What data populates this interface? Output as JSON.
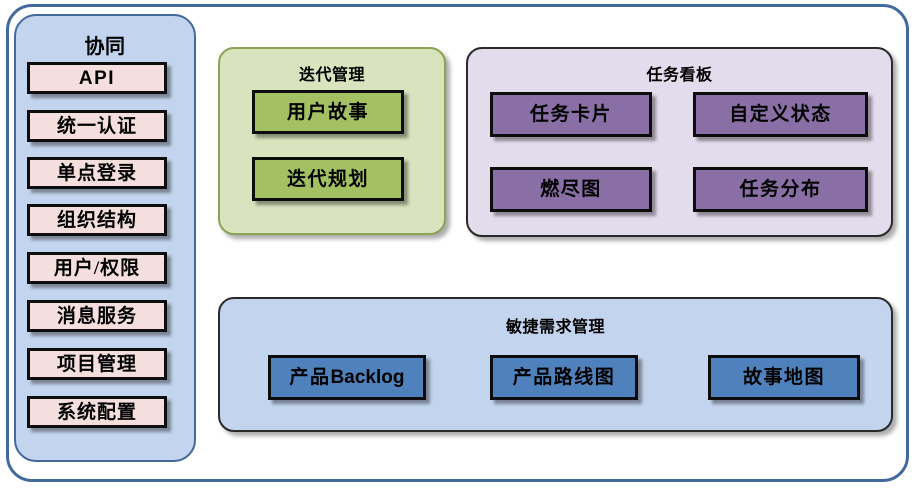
{
  "diagram": {
    "title_hidden": "",
    "colors": {
      "outer_border": "#41699e",
      "sidebar_fill": "#c3d5ee",
      "sidebar_item_fill": "#f4dede",
      "iteration_fill": "#d9e3bd",
      "iteration_border": "#8aa355",
      "iteration_node_fill": "#a3c162",
      "taskboard_fill": "#e3dcec",
      "taskboard_node_fill": "#8a6fa6",
      "agile_fill": "#c3d5ee",
      "agile_node_fill": "#4f81bd",
      "node_border": "#0d0d0d"
    }
  },
  "sidebar": {
    "title": "协同",
    "items": [
      {
        "label": "API",
        "style": "sans"
      },
      {
        "label": "统一认证",
        "style": "serif"
      },
      {
        "label": "单点登录",
        "style": "serif"
      },
      {
        "label": "组织结构",
        "style": "serif"
      },
      {
        "label": "用户/权限",
        "style": "serif"
      },
      {
        "label": "消息服务",
        "style": "serif"
      },
      {
        "label": "项目管理",
        "style": "serif"
      },
      {
        "label": "系统配置",
        "style": "serif"
      }
    ]
  },
  "iteration": {
    "title": "迭代管理",
    "items": [
      {
        "label": "用户故事"
      },
      {
        "label": "迭代规划"
      }
    ]
  },
  "taskboard": {
    "title": "任务看板",
    "items": [
      {
        "label": "任务卡片"
      },
      {
        "label": "自定义状态"
      },
      {
        "label": "燃尽图"
      },
      {
        "label": "任务分布"
      }
    ]
  },
  "agile": {
    "title": "敏捷需求管理",
    "items": [
      {
        "label_cjk": "产品",
        "label_latin": "Backlog"
      },
      {
        "label_cjk": "产品路线图",
        "label_latin": ""
      },
      {
        "label_cjk": "故事地图",
        "label_latin": ""
      }
    ]
  }
}
